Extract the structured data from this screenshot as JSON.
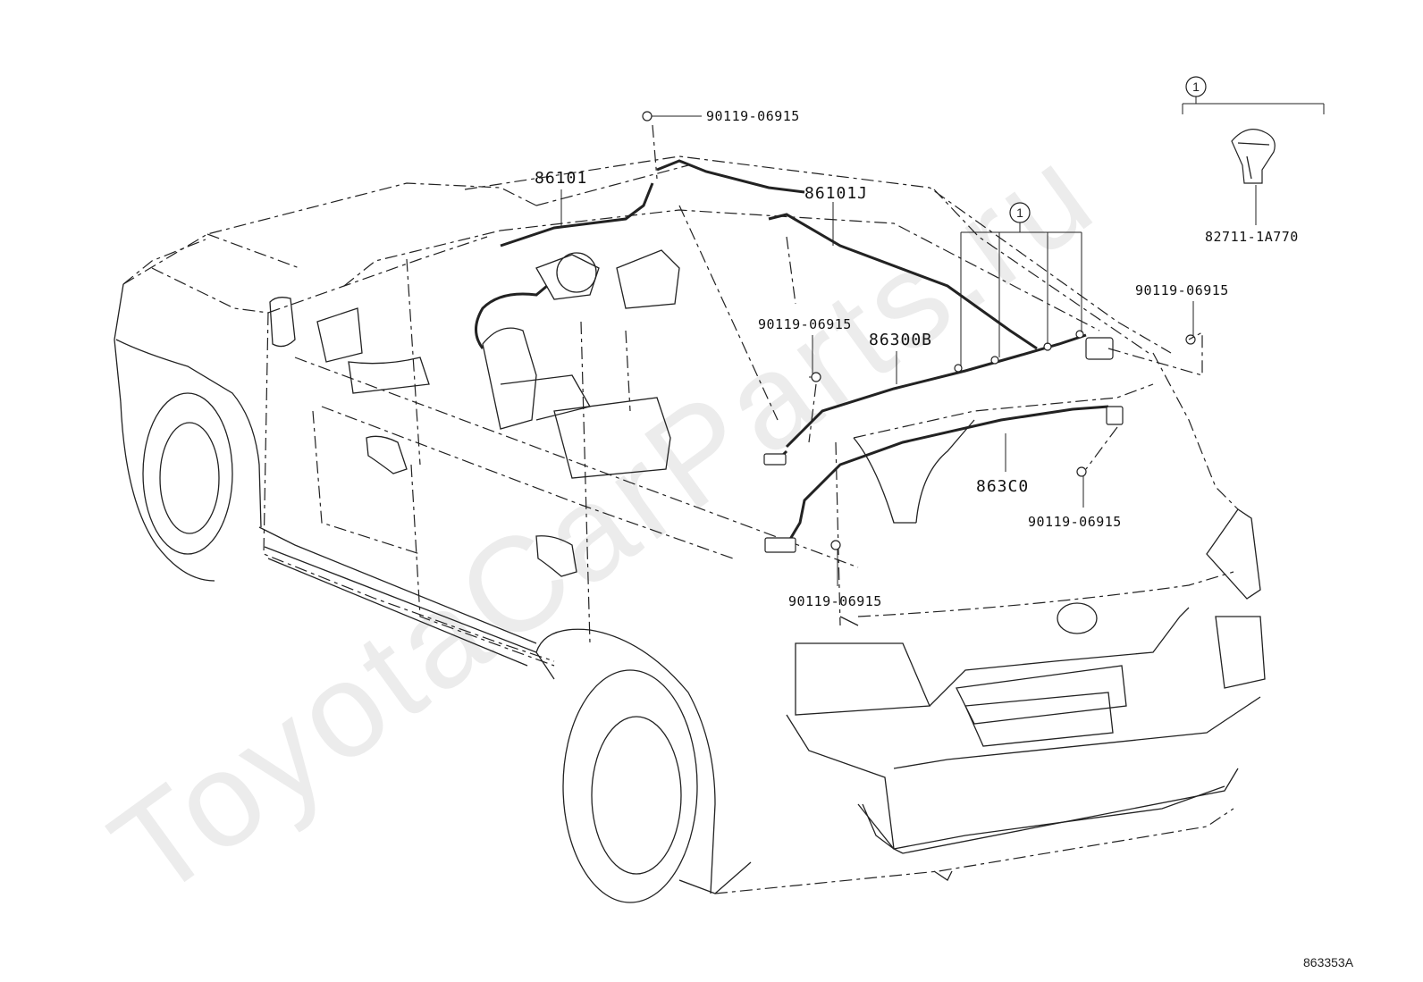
{
  "watermark": "ToyotaCarParts.ru",
  "callout_marker": "1",
  "labels": {
    "p86101": "86101",
    "p86101J": "86101J",
    "p86300B": "86300B",
    "p863C0": "863C0",
    "p82711": "82711-1A770",
    "bolt_top": "90119-06915",
    "bolt_mid": "90119-06915",
    "bolt_right": "90119-06915",
    "bolt_rear": "90119-06915",
    "bolt_low": "90119-06915"
  },
  "diagram_code": "863353A"
}
